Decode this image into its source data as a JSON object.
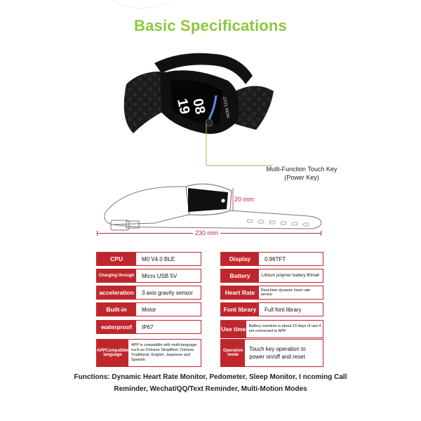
{
  "page_title": "Basic Specifications",
  "callout": {
    "line1": "Multi-Function Touch Key",
    "line2": "(Power Key)"
  },
  "device_screen": {
    "hour": "19",
    "minute": "08",
    "date": "12/21 MON"
  },
  "dimensions": {
    "width_label": "20 mm",
    "length_label": "230 mm"
  },
  "specs_left": [
    {
      "label": "CPU",
      "value": "M0 V4.0 BLE"
    },
    {
      "label": "Charging through",
      "value": "Micro USB 5V"
    },
    {
      "label": "acceleration",
      "value": "3 axis gravity sensor"
    },
    {
      "label": "Built-in",
      "value": "Motor"
    },
    {
      "label": "waterproof",
      "value": "IP67"
    },
    {
      "label": "APPCompatible language",
      "value": "APP is compatible with multi-language such as Chinese Simplified, Chinese Traditional, English, Japanese and Spanish."
    }
  ],
  "specs_right": [
    {
      "label": "Display",
      "value": "0.96TFT"
    },
    {
      "label": "Battery",
      "value": "Lithium polymer battery 90mah"
    },
    {
      "label": "Heart Rate",
      "value": "Real-time dynamic heart rate sensor"
    },
    {
      "label": "Font library",
      "value": "Full font library"
    },
    {
      "label": "Use time",
      "value": "Battery overtime is about 10 days of use if not connected to APP"
    },
    {
      "label": "Operation mode",
      "value": "Touch key operation to power on/off and reset"
    }
  ],
  "functions": {
    "line1": "Functions: Dynamic Heart Rate Monitor, Pedometer, Sleep Monitor, I ncoming Call",
    "line2": "Reminder, Wechat/QQ/Text Reminder, Multi-Motion Modes"
  },
  "colors": {
    "title_green": "#8cc63f",
    "spec_red": "#c0272d",
    "band_black": "#1a1a1a"
  }
}
